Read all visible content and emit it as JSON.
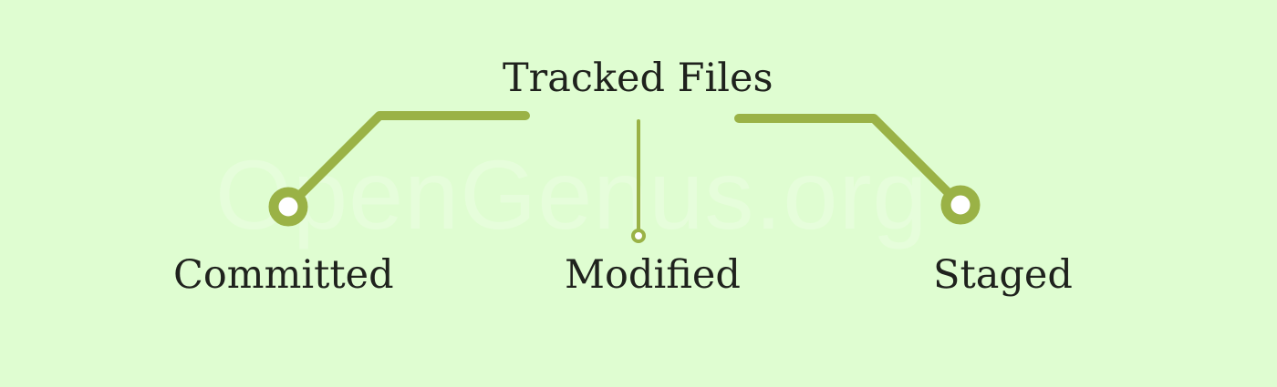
{
  "watermark": "OpenGenus.org",
  "title": "Tracked Files",
  "states": [
    {
      "name": "Committed"
    },
    {
      "name": "Modified"
    },
    {
      "name": "Staged"
    }
  ],
  "colors": {
    "background": "#dffdd1",
    "connector": "#9ab246",
    "text": "#1f221d"
  }
}
